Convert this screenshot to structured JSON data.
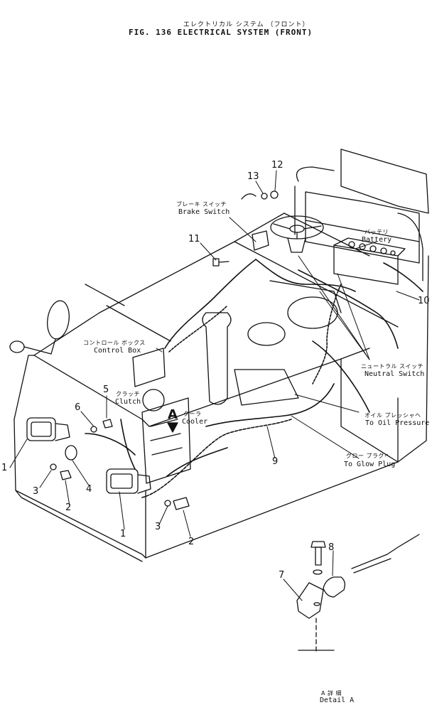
{
  "title": {
    "japanese": "エレクトリカル システム （フロント）",
    "english": "FIG. 136  ELECTRICAL SYSTEM (FRONT)"
  },
  "labels": {
    "brake_switch": {
      "jp": "ブレーキ スイッチ",
      "en": "Brake Switch"
    },
    "battery": {
      "jp": "バッテリ",
      "en": "Battery"
    },
    "control_box": {
      "jp": "コントロール ボックス",
      "en": "Control Box"
    },
    "clutch": {
      "jp": "クラッチ",
      "en": "Clutch"
    },
    "cooler": {
      "jp": "クーラ",
      "en": "Cooler"
    },
    "neutral_switch": {
      "jp": "ニュートラル スイッチ",
      "en": "Neutral Switch"
    },
    "oil_pressure": {
      "jp": "オイル プレッシャヘ",
      "en": "To Oil Pressure"
    },
    "glow_plug": {
      "jp": "グロー プラグヘ",
      "en": "To Glow Plug"
    },
    "detail": {
      "jp": "A 詳 細",
      "en": "Detail A"
    },
    "detail_marker": "A"
  },
  "callouts": [
    "1",
    "1",
    "2",
    "2",
    "3",
    "3",
    "4",
    "5",
    "6",
    "7",
    "8",
    "9",
    "10",
    "11",
    "12",
    "13"
  ]
}
